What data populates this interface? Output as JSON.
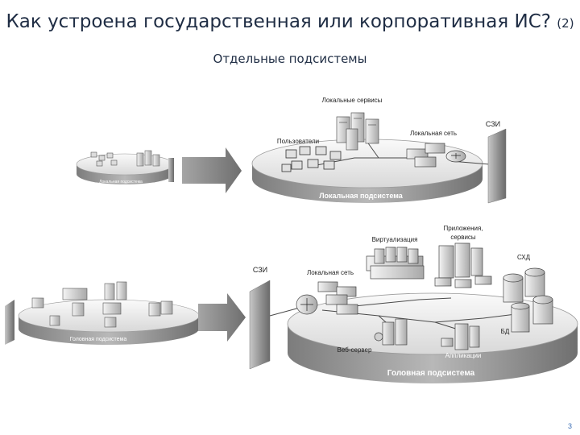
{
  "slide": {
    "title": "Как устроена государственная или корпоративная ИС?",
    "title_suffix": "(2)",
    "subtitle": "Отдельные подсистемы",
    "page_number": "3"
  },
  "top_section": {
    "local_services": "Локальные сервисы",
    "users": "Пользователи",
    "local_network": "Локальная сеть",
    "szi": "СЗИ",
    "platform_label": "Локальная подсистема",
    "mini_platform_label": "Локальная подсистема"
  },
  "bottom_section": {
    "virtualization": "Виртуализация",
    "apps_line1": "Приложения,",
    "apps_line2": "сервисы",
    "skhd": "СХД",
    "szi": "СЗИ",
    "local_network": "Локальная сеть",
    "db": "БД",
    "web_server": "Веб-сервер",
    "applications": "Аппликации",
    "platform_label": "Головная подсистема",
    "mini_platform_label": "Головная подсистема"
  },
  "colors": {
    "title": "#1f2d44",
    "platform_top": "#f2f2f2",
    "platform_side": "#9a9a9a",
    "platform_label_text": "#ffffff",
    "device": "#c9c9c9",
    "arrow": "#8f8f8f"
  }
}
